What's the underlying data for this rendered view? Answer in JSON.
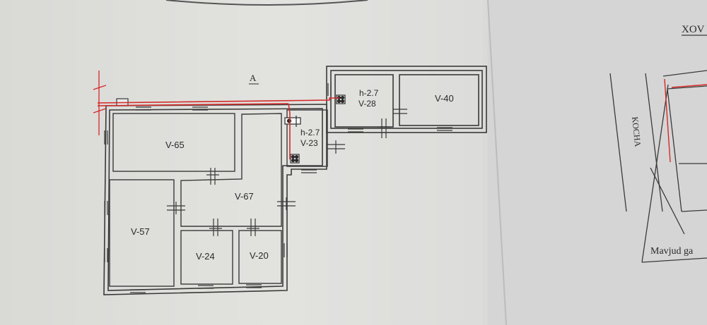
{
  "plan": {
    "section_label": "A",
    "rooms": [
      {
        "id": "v65",
        "label": "V-65"
      },
      {
        "id": "v57",
        "label": "V-57"
      },
      {
        "id": "v67",
        "label": "V-67"
      },
      {
        "id": "v24",
        "label": "V-24"
      },
      {
        "id": "v20",
        "label": "V-20"
      },
      {
        "id": "v23",
        "label": "V-23",
        "height": "h-2.7"
      },
      {
        "id": "v28",
        "label": "V-28",
        "height": "h-2.7"
      },
      {
        "id": "v40",
        "label": "V-40"
      }
    ]
  },
  "site": {
    "header_fragment": "XOV",
    "street_label": "KOCHA",
    "existing_label": "Mavjud ga"
  },
  "colors": {
    "wall": "#3a3a3a",
    "pipe": "#d42a2a",
    "paper": "#dedede"
  }
}
